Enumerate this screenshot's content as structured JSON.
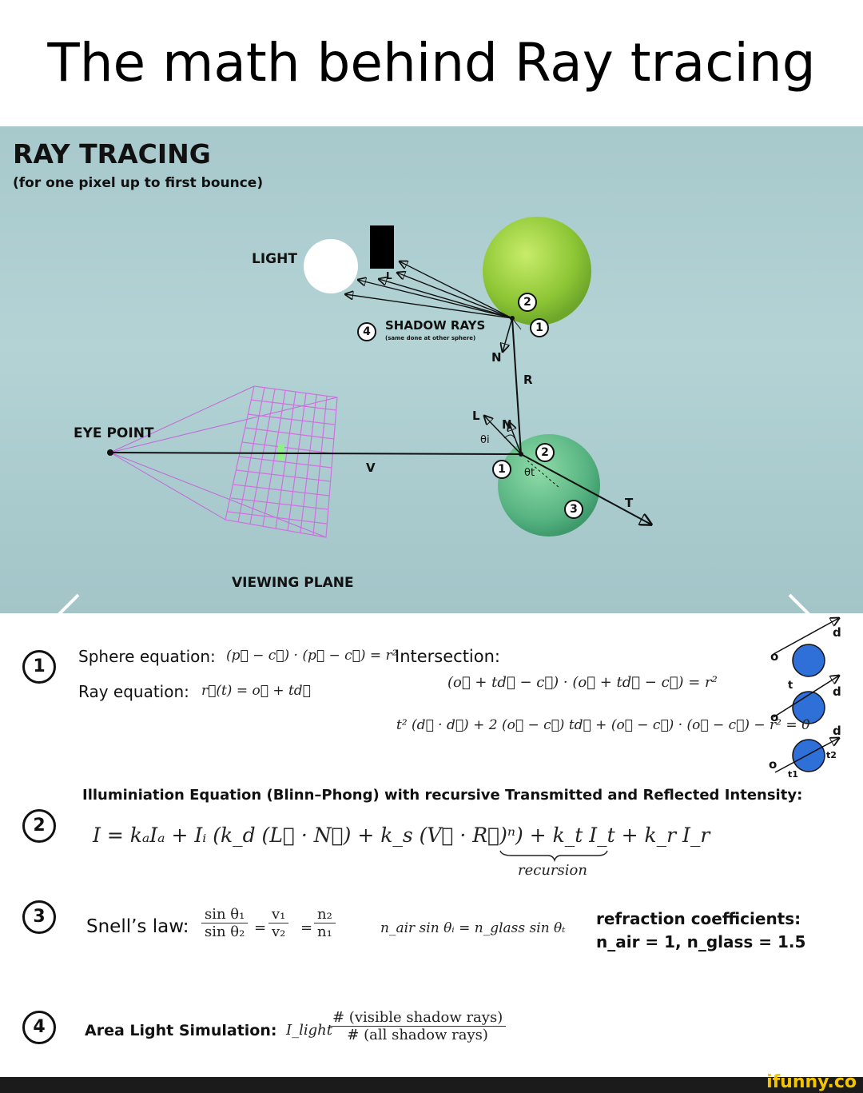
{
  "page_title": "The math behind Ray tracing",
  "panel": {
    "title": "RAY TRACING",
    "subtitle": "(for one pixel up to first bounce)",
    "labels": {
      "light": "LIGHT",
      "shadow_rays": "SHADOW RAYS",
      "shadow_rays_note": "(same done at other sphere)",
      "eye_point": "EYE POINT",
      "viewing_plane": "VIEWING PLANE",
      "v": "V",
      "r": "R",
      "n_top": "N",
      "n_bottom": "N",
      "l_top": "L",
      "l_bottom": "L",
      "t": "T",
      "theta_i": "θi",
      "theta_t": "θt"
    },
    "badges": [
      "1",
      "2",
      "3",
      "4"
    ],
    "colors": {
      "panel_bg": "#a8c9cc",
      "green_sphere": "#9bd23a",
      "teal_sphere": "#5fbf8c",
      "grid": "#d070e0"
    }
  },
  "nav": {
    "prev_icon": "chevron-left-icon",
    "next_icon": "chevron-right-icon"
  },
  "section1": {
    "badge": "1",
    "sphere_label": "Sphere equation:",
    "sphere_eq": "(p⃗ − c⃗) · (p⃗ − c⃗) = r²",
    "ray_label": "Ray equation:",
    "ray_eq": "r⃗(t) = o⃗ + td⃗",
    "intersection_label": "Intersection:",
    "intersection_eq1": "(o⃗ + td⃗ − c⃗) · (o⃗ + td⃗ − c⃗) = r²",
    "intersection_eq2": "t² (d⃗ · d⃗) + 2 (o⃗ − c⃗) td⃗ + (o⃗ − c⃗) · (o⃗ − c⃗) − r² = 0",
    "side_labels": {
      "o1": "o",
      "d1": "d",
      "o2": "o",
      "t2": "t",
      "d2": "d",
      "o3": "o",
      "d3": "d",
      "t1": "t1",
      "t2b": "t2"
    }
  },
  "section2": {
    "badge": "2",
    "heading": "Illuminiation Equation (Blinn–Phong) with recursive Transmitted and Reflected Intensity:",
    "equation": "I = kₐIₐ + Iᵢ (k_d (L⃗ · N⃗) + k_s (V⃗ · R⃗)ⁿ) + k_t I_t + k_r I_r",
    "recursion": "recursion"
  },
  "section3": {
    "badge": "3",
    "label": "Snell’s law:",
    "frac1_num": "sin θ₁",
    "frac1_den": "sin θ₂",
    "frac2_num": "v₁",
    "frac2_den": "v₂",
    "frac3_num": "n₂",
    "frac3_den": "n₁",
    "equation": "n_air sin θᵢ = n_glass sin θₜ",
    "coef_heading": "refraction coefficients:",
    "coef_values": "n_air = 1, n_glass = 1.5"
  },
  "section4": {
    "badge": "4",
    "label": "Area Light Simulation:",
    "lhs": "I_light",
    "numerator": "# (visible shadow rays)",
    "denominator": "# (all shadow rays)"
  },
  "watermark": "ifunny.co"
}
